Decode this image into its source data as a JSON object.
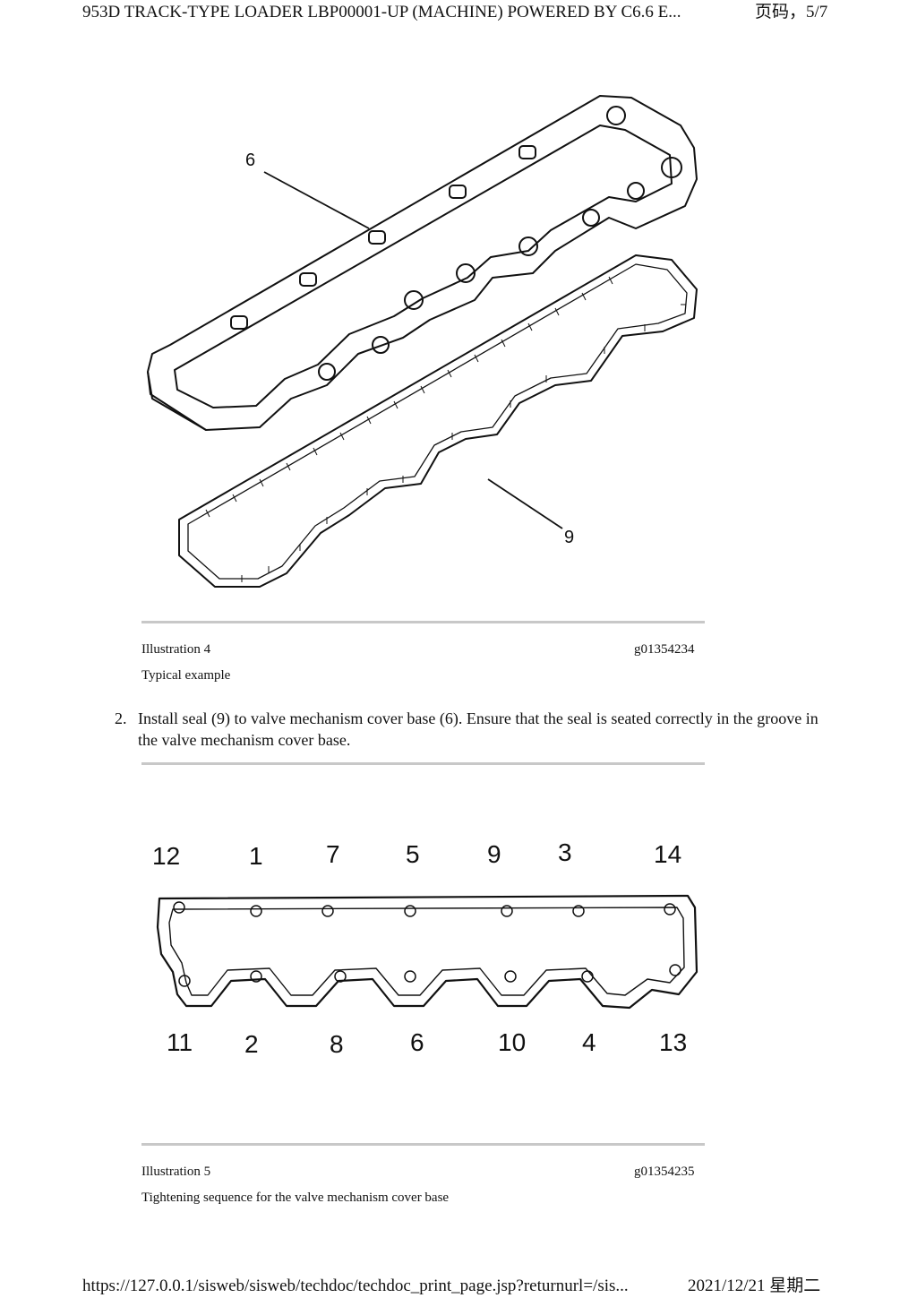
{
  "header": {
    "title": "953D TRACK-TYPE LOADER LBP00001-UP (MACHINE) POWERED BY C6.6 E...",
    "page": "页码，5/7"
  },
  "figure4": {
    "callouts": [
      "6",
      "9"
    ],
    "illustration_label": "Illustration 4",
    "graphic_id": "g01354234",
    "caption": "Typical example"
  },
  "step2": {
    "number": "2.",
    "text": "Install seal (9) to valve mechanism cover base (6). Ensure that the seal is seated correctly in the groove in the valve mechanism cover base."
  },
  "figure5": {
    "top_sequence": [
      "12",
      "1",
      "7",
      "5",
      "9",
      "3",
      "14"
    ],
    "bottom_sequence": [
      "11",
      "2",
      "8",
      "6",
      "10",
      "4",
      "13"
    ],
    "illustration_label": "Illustration 5",
    "graphic_id": "g01354235",
    "caption": "Tightening sequence for the valve mechanism cover base"
  },
  "footer": {
    "url": "https://127.0.0.1/sisweb/sisweb/techdoc/techdoc_print_page.jsp?returnurl=/sis...",
    "date": "2021/12/21 星期二"
  }
}
